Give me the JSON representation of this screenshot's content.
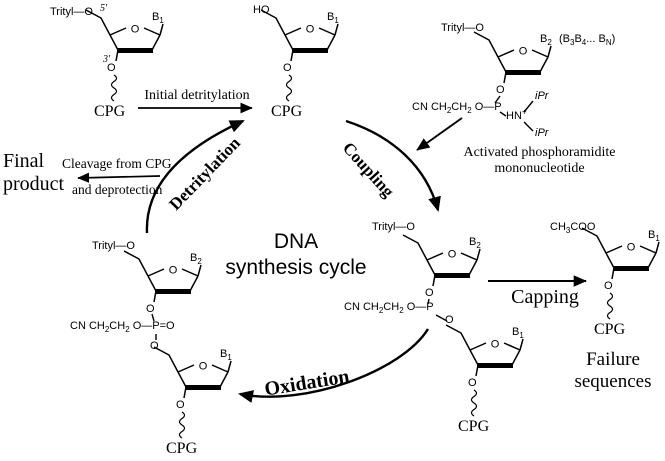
{
  "labels": {
    "ring_o": "O",
    "o": "O",
    "ho": "HO",
    "trityl_o": "Trityl—O",
    "ch3coo": "CH_{3}COO",
    "cpg": "CPG",
    "b1": "B_{1}",
    "b2": "B_{2}",
    "bn_series": "(B_{3}B_{4}... B_{N})",
    "five_prime": "5′",
    "three_prime": "3′",
    "cn_chain_p": "CN CH_{2}CH_{2} O—P",
    "cn_chain_peo": "CN CH_{2}CH_{2} O—P=O",
    "hn_plus": "HN^{+}",
    "ipr_top": "iPr",
    "ipr_bottom": "iPr"
  },
  "steps": {
    "initial_detritylation": "Initial detritylation",
    "detritylation": "Detritylation",
    "coupling": "Coupling",
    "oxidation": "Oxidation",
    "capping": "Capping",
    "cleavage_line1": "Cleavage from CPG",
    "cleavage_line2": "and deprotection"
  },
  "annotations": {
    "center_line1": "DNA",
    "center_line2": "synthesis cycle",
    "final_product_line1": "Final",
    "final_product_line2": "product",
    "activated_line1": "Activated phosphoramidite",
    "activated_line2": "mononucleotide",
    "failure_line1": "Failure",
    "failure_line2": "sequences"
  },
  "colors": {
    "ink": "#000000",
    "background": "#ffffff"
  }
}
